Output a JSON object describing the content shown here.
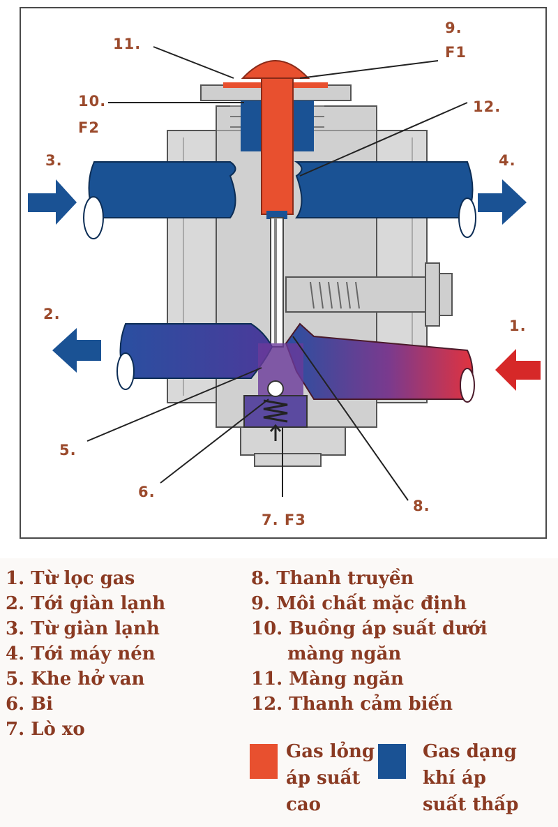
{
  "labels": {
    "l1": "1.",
    "l2": "2.",
    "l3": "3.",
    "l4": "4.",
    "l5": "5.",
    "l6": "6.",
    "l7": "7. F3",
    "l8": "8.",
    "l9": "9.",
    "l9b": "F1",
    "l10": "10.",
    "l10b": "F2",
    "l11": "11.",
    "l12": "12."
  },
  "legend": {
    "items": [
      "1. Từ lọc gas",
      "2. Tới giàn lạnh",
      "3. Từ giàn lạnh",
      "4. Tới máy nén",
      "5. Khe hở van",
      "6. Bi",
      "7. Lò xo",
      "8.   Thanh truyền",
      "9.   Môi chất mặc định",
      "10. Buồng áp suất dưới",
      "màng ngăn",
      "11.  Màng ngăn",
      "12.  Thanh cảm biến"
    ],
    "high": {
      "line1": "Gas lỏng",
      "line2": "áp suất",
      "line3": "cao"
    },
    "low": {
      "line1": "Gas dạng",
      "line2": "khí áp",
      "line3": "suất thấp"
    }
  },
  "colors": {
    "high_pressure_liquid": "#e8502f",
    "low_pressure_gas": "#1a5294",
    "label_color": "#9b4a2c",
    "body_grey": "#d8d8d8"
  }
}
